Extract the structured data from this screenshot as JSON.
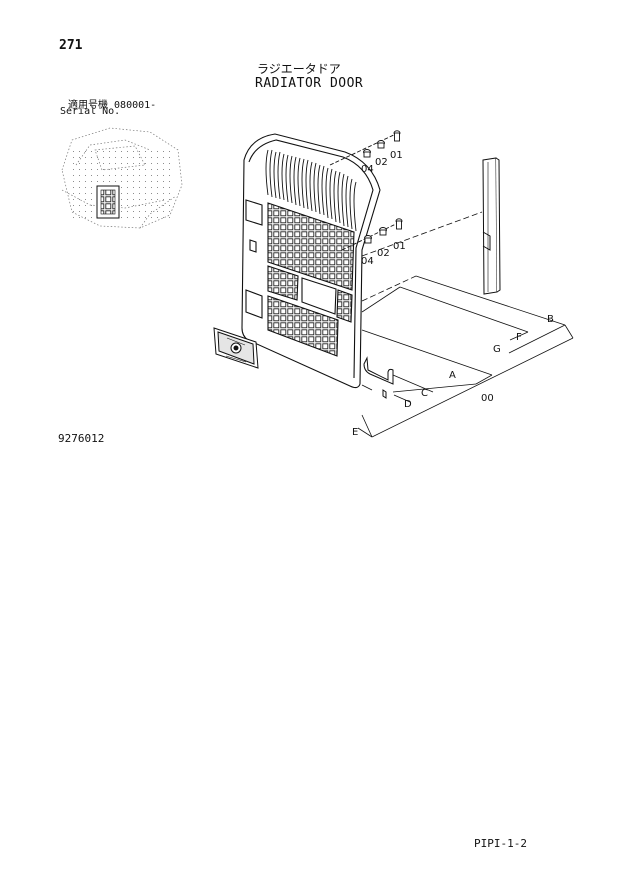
{
  "page": {
    "number": "271",
    "title_jp": "ラジエータドア",
    "title_en": "RADIATOR DOOR",
    "serial_label_jp": "適用号機",
    "serial_value": "080001-",
    "serial_label_en": "Serial No.",
    "drawing_number": "9276012",
    "footer_code": "PIPI-1-2"
  },
  "callouts": {
    "upper": [
      "04",
      "02",
      "01"
    ],
    "lower": [
      "04",
      "02",
      "01"
    ],
    "dims": [
      "A",
      "B",
      "C",
      "D",
      "E",
      "F",
      "G"
    ],
    "assembly": "00"
  }
}
